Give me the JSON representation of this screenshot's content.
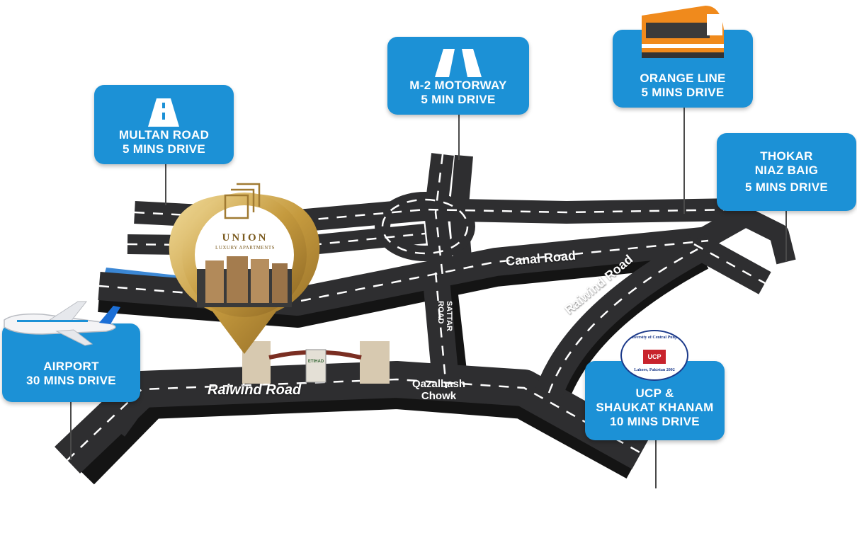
{
  "cards": {
    "multan": {
      "line1": "MULTAN ROAD",
      "line2": "5 MINS DRIVE"
    },
    "motorway": {
      "line1": "M-2 MOTORWAY",
      "line2": "5 MIN DRIVE"
    },
    "orange": {
      "line1": "ORANGE LINE",
      "line2": "5 MINS DRIVE"
    },
    "thokar": {
      "line1": "THOKAR",
      "line2": "NIAZ BAIG",
      "line3": "5 MINS DRIVE"
    },
    "airport": {
      "line1": "AIRPORT",
      "line2": "30 MINS DRIVE"
    },
    "ucp": {
      "line1": "UCP &",
      "line2": "SHAUKAT KHANAM",
      "line3": "10 MINS DRIVE"
    }
  },
  "roads": {
    "canal": "Canal Road",
    "raiwind_main": "Raiwind Road",
    "raiwind_diag": "Raiwind Road",
    "sattar_1": "SATTAR",
    "sattar_2": "ROAD",
    "qazalbash_1": "Qazalbash",
    "qazalbash_2": "Chowk"
  },
  "marker": {
    "brand": "UNION",
    "tagline": "LUXURY APARTMENTS",
    "gate_sign": "ETIHAD"
  },
  "ucp_seal": {
    "arc_text": "University of Central Punjab",
    "center": "UCP",
    "bottom_text": "Lahore, Pakistan 2002"
  },
  "icons": {
    "multan": "road-icon",
    "motorway": "highway-icon",
    "orange": "train-icon",
    "airport": "airplane-icon",
    "ucp": "university-seal-icon",
    "marker": "location-pin-icon"
  },
  "colors": {
    "card_blue": "#1c91d6",
    "asphalt": "#2e2e30",
    "canal_water": "#3f8fd8",
    "gold": "#c9a24b",
    "train_orange": "#f08a1c"
  }
}
